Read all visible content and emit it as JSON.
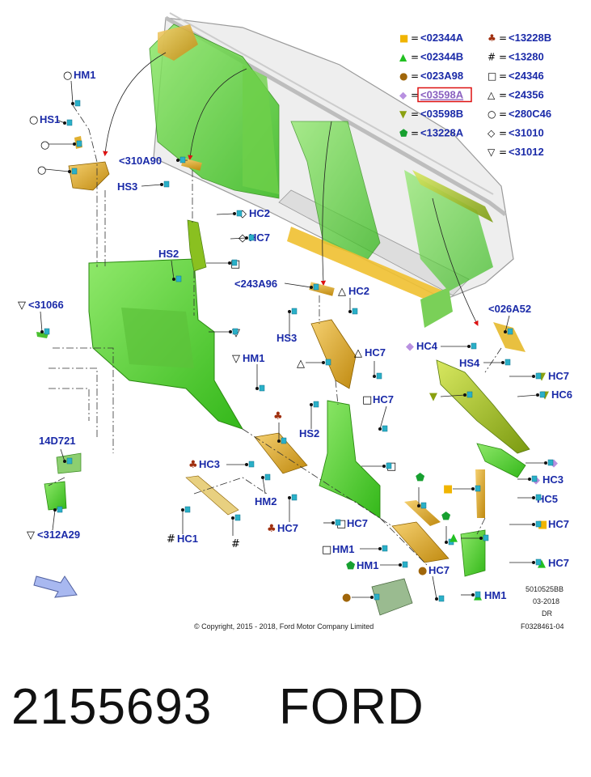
{
  "legend": [
    {
      "symbol": "■",
      "color": "#f0b400",
      "code": "<02344A"
    },
    {
      "symbol": "▲",
      "color": "#22c022",
      "code": "<02344B"
    },
    {
      "symbol": "●",
      "color": "#a0660a",
      "code": "<023A98"
    },
    {
      "symbol": "◆",
      "color": "#b890e0",
      "code": "<03598A"
    },
    {
      "symbol": "▼",
      "color": "#8aa010",
      "code": "<03598B"
    },
    {
      "symbol": "⬟",
      "color": "#17a030",
      "code": "<13228A"
    },
    {
      "symbol": "♣",
      "color": "#a03010",
      "code": "<13228B"
    },
    {
      "symbol": "#",
      "color": "#000000",
      "code": "<13280"
    },
    {
      "symbol": "□",
      "color": "#000000",
      "code": "<24346"
    },
    {
      "symbol": "△",
      "color": "#000000",
      "code": "<24356"
    },
    {
      "symbol": "○",
      "color": "#000000",
      "code": "<280C46"
    },
    {
      "symbol": "◇",
      "color": "#000000",
      "code": "<31010"
    },
    {
      "symbol": "▽",
      "color": "#000000",
      "code": "<31012"
    }
  ],
  "highlighted_code": "<03598A",
  "callouts": {
    "hm1_top": "HM1",
    "hs1": "HS1",
    "c310a90": "<310A90",
    "hs3_a": "HS3",
    "hc2_a": "HC2",
    "hc7_a": "HC7",
    "hs2_a": "HS2",
    "c243a96": "<243A96",
    "c31066": "<31066",
    "hm1_mid": "HM1",
    "hc2_b": "HC2",
    "hs3_b": "HS3",
    "hc7_b": "HC7",
    "hc7_c": "HC7",
    "hs2_b": "HS2",
    "c026a52": "<026A52",
    "hc4": "HC4",
    "hs4": "HS4",
    "hc7_d": "HC7",
    "hc6": "HC6",
    "c14d721": "14D721",
    "hc3_a": "HC3",
    "hm2": "HM2",
    "hc7_e": "HC7",
    "hc1": "HC1",
    "c312a29": "<312A29",
    "hc7_f": "HC7",
    "hm1_b": "HM1",
    "hm1_c": "HM1",
    "hc7_g": "HC7",
    "hc3_b": "HC3",
    "hc5": "HC5",
    "hc7_h": "HC7",
    "hc7_i": "HC7",
    "hm1_d": "HM1"
  },
  "ref_block": {
    "drawing_id": "5010525BB",
    "date": "03-2018",
    "drawn_by": "DR",
    "figure": "F0328461-04"
  },
  "copyright": "© Copyright, 2015 - 2018, Ford Motor Company Limited",
  "part_number": "2155693",
  "brand": "FORD"
}
